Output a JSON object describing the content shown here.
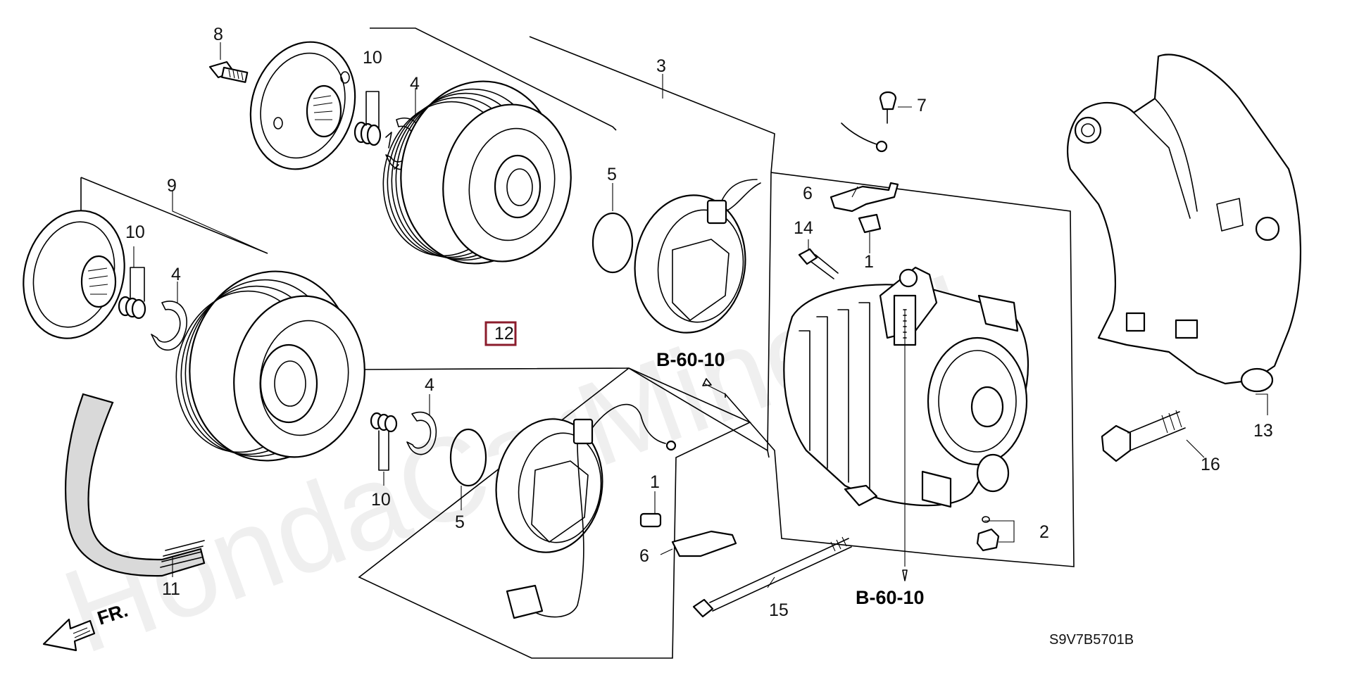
{
  "diagram": {
    "callouts": {
      "c1a": "1",
      "c1b": "1",
      "c2": "2",
      "c3": "3",
      "c4a": "4",
      "c4b": "4",
      "c4c": "4",
      "c5a": "5",
      "c5b": "5",
      "c6a": "6",
      "c6b": "6",
      "c7": "7",
      "c8": "8",
      "c9": "9",
      "c10a": "10",
      "c10b": "10",
      "c10c": "10",
      "c11": "11",
      "c12": "12",
      "c13": "13",
      "c14": "14",
      "c15": "15",
      "c16": "16"
    },
    "references": {
      "ref_upper": "B-60-10",
      "ref_lower": "B-60-10"
    },
    "direction_label": "FR.",
    "diagram_code": "S9V7B5701B",
    "watermark": "HondaCarMine.ru",
    "colors": {
      "highlight": "#8b1c2c",
      "line": "#000000",
      "background": "#ffffff"
    }
  }
}
